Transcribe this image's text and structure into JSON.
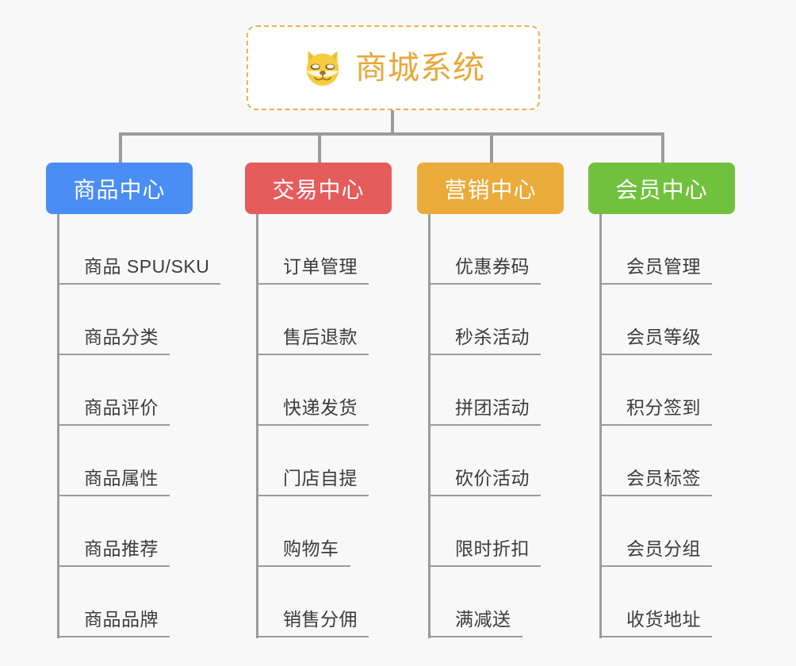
{
  "root": {
    "title": "商城系统",
    "icon": "shiba-dog-face-icon",
    "title_color": "#e9a73a",
    "border_color": "#edb04a"
  },
  "columns": [
    {
      "label": "商品中心",
      "color": "#4a8df4",
      "items": [
        "商品 SPU/SKU",
        "商品分类",
        "商品评价",
        "商品属性",
        "商品推荐",
        "商品品牌"
      ]
    },
    {
      "label": "交易中心",
      "color": "#e65b5b",
      "items": [
        "订单管理",
        "售后退款",
        "快递发货",
        "门店自提",
        "购物车",
        "销售分佣"
      ]
    },
    {
      "label": "营销中心",
      "color": "#eaab3a",
      "items": [
        "优惠券码",
        "秒杀活动",
        "拼团活动",
        "砍价活动",
        "限时折扣",
        "满减送"
      ]
    },
    {
      "label": "会员中心",
      "color": "#71c13e",
      "items": [
        "会员管理",
        "会员等级",
        "积分签到",
        "会员标签",
        "会员分组",
        "收货地址"
      ]
    }
  ],
  "style": {
    "background": "#f8f8f8",
    "connector_color": "#9b9b9b",
    "leaf_text_color": "#3c3c3c"
  }
}
